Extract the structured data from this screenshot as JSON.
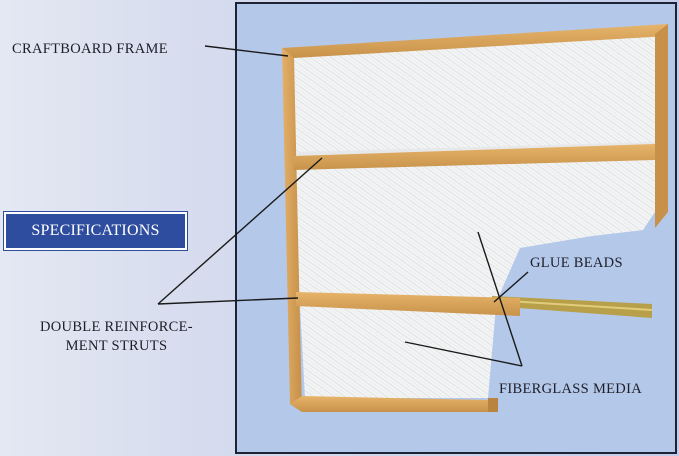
{
  "labels": {
    "craftboard_frame": "CRAFTBOARD FRAME",
    "double_struts_line1": "DOUBLE REINFORCE-",
    "double_struts_line2": "MENT STRUTS",
    "glue_beads": "GLUE BEADS",
    "fiberglass_media": "FIBERGLASS MEDIA"
  },
  "button": {
    "specifications": "SPECIFICATIONS"
  },
  "colors": {
    "panel_bg": "#b4c8ea",
    "frame": "#d9a75e",
    "frame_dark": "#b88543",
    "media": "#f1f2f2",
    "button_bg": "#2e4d9e",
    "leader_line": "#1a1a1a"
  }
}
